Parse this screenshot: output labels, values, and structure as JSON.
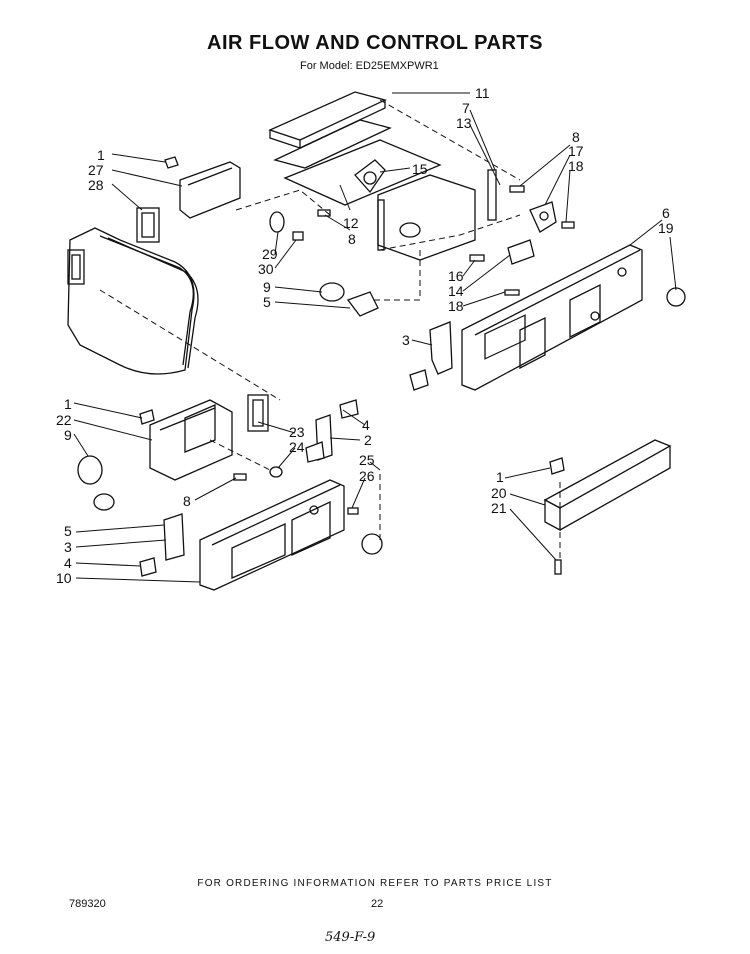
{
  "header": {
    "title": "AIR FLOW AND CONTROL PARTS",
    "model_line": "For Model: ED25EMXPWR1"
  },
  "footer": {
    "ordering_note": "FOR ORDERING INFORMATION REFER TO PARTS PRICE LIST",
    "doc_number": "789320",
    "page_number": "22",
    "handwritten_note": "549-F-9"
  },
  "callouts": {
    "upper_right": [
      "11",
      "7",
      "13",
      "15",
      "12",
      "8",
      "8",
      "17",
      "18",
      "6",
      "19",
      "16",
      "14",
      "18"
    ],
    "upper_left": [
      "1",
      "27",
      "28",
      "29",
      "30",
      "9",
      "5",
      "3"
    ],
    "lower_left": [
      "1",
      "22",
      "9",
      "23",
      "24",
      "2",
      "4",
      "25",
      "26",
      "8",
      "5",
      "3",
      "4",
      "10"
    ],
    "lower_right": [
      "1",
      "20",
      "21"
    ]
  }
}
